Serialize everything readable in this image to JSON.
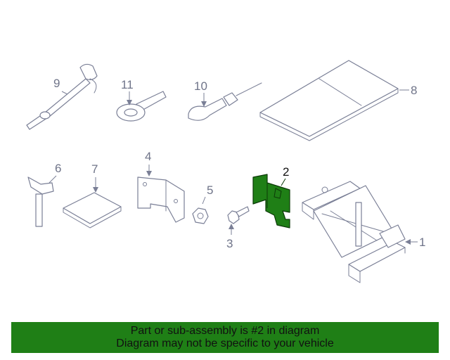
{
  "colors": {
    "highlight": "#1f7f16",
    "line": "#7a7f96",
    "footer_bg": "#1f7f16",
    "footer_text": "#111111"
  },
  "callouts": {
    "c1": "1",
    "c2": "2",
    "c3": "3",
    "c4": "4",
    "c5": "5",
    "c6": "6",
    "c7": "7",
    "c8": "8",
    "c9": "9",
    "c10": "10",
    "c11": "11"
  },
  "highlighted_part": "2",
  "footer": {
    "line1": "Part or sub-assembly is #2 in diagram",
    "line2": "Diagram may not be specific to your vehicle"
  }
}
